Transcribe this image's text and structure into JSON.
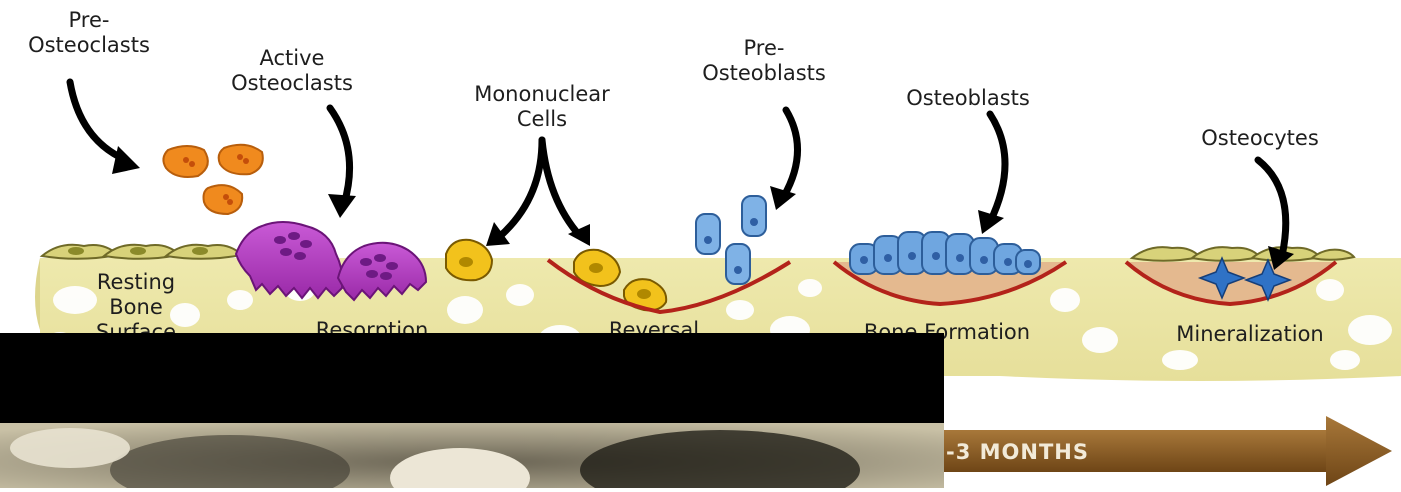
{
  "labels": {
    "pre_osteoclasts": "Pre-\nOsteoclasts",
    "active_osteoclasts": "Active\nOsteoclasts",
    "mononuclear_cells": "Mononuclear\nCells",
    "pre_osteoblasts": "Pre-\nOsteoblasts",
    "osteoblasts": "Osteoblasts",
    "osteocytes": "Osteocytes"
  },
  "stages": {
    "resting": "Resting\nBone\nSurface",
    "resorption": "Resorption",
    "reversal": "Reversal",
    "formation": "Bone Formation",
    "mineralization": "Mineralization"
  },
  "timeline": {
    "text": "-3 MONTHS"
  },
  "colors": {
    "bone": "#ece6a6",
    "bone_hole": "#ffffff",
    "lining_cell": "#d8d27a",
    "pre_osteoclast": "#f08a1e",
    "osteoclast": "#b23ec2",
    "mononuclear": "#f2c21c",
    "pre_osteoblast": "#7fb2e6",
    "osteoblast": "#6fa6e0",
    "cement_line": "#b3231a",
    "new_bone": "#e4b98f",
    "osteocyte": "#2f72c6",
    "arrow": "#000000",
    "timeline_arrow": "#8a5a1e"
  }
}
